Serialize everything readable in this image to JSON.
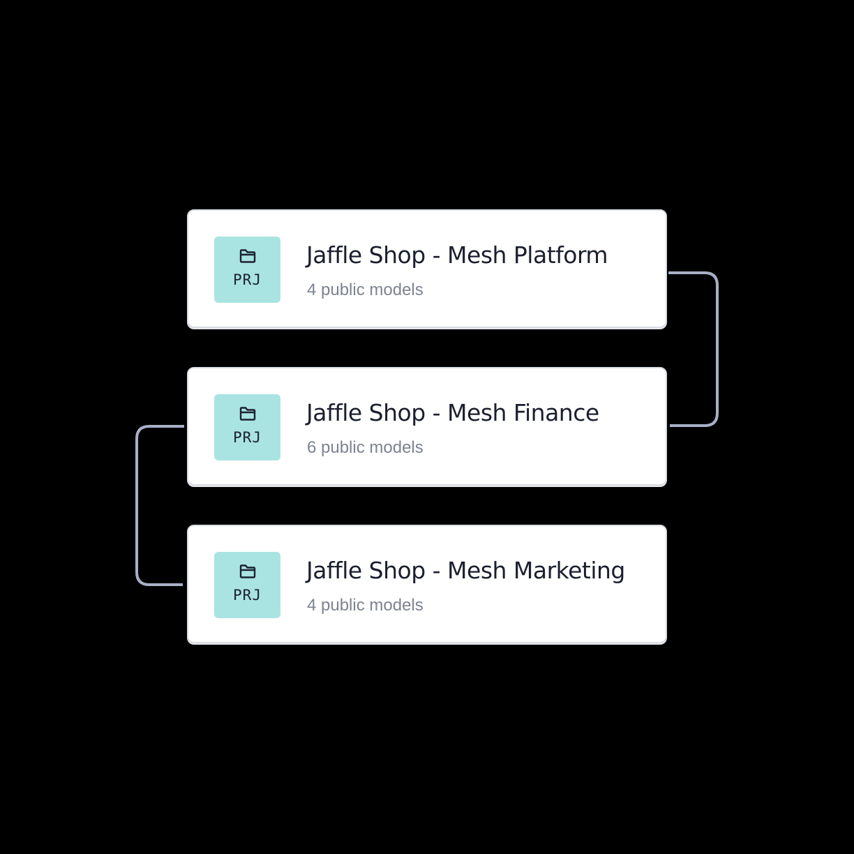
{
  "colors": {
    "background": "#000000",
    "card": "#ffffff",
    "badge": "#a9e4e2",
    "connector": "#a8b0c8"
  },
  "projects": [
    {
      "badge_label": "PRJ",
      "badge_icon": "folder-icon",
      "title": "Jaffle Shop - Mesh Platform",
      "subtitle": "4 public models"
    },
    {
      "badge_label": "PRJ",
      "badge_icon": "folder-icon",
      "title": "Jaffle Shop - Mesh Finance",
      "subtitle": "6 public models"
    },
    {
      "badge_label": "PRJ",
      "badge_icon": "folder-icon",
      "title": "Jaffle Shop - Mesh Marketing",
      "subtitle": "4 public models"
    }
  ],
  "connections": [
    {
      "from": "Jaffle Shop - Mesh Platform",
      "to": "Jaffle Shop - Mesh Finance"
    },
    {
      "from": "Jaffle Shop - Mesh Finance",
      "to": "Jaffle Shop - Mesh Marketing"
    }
  ]
}
